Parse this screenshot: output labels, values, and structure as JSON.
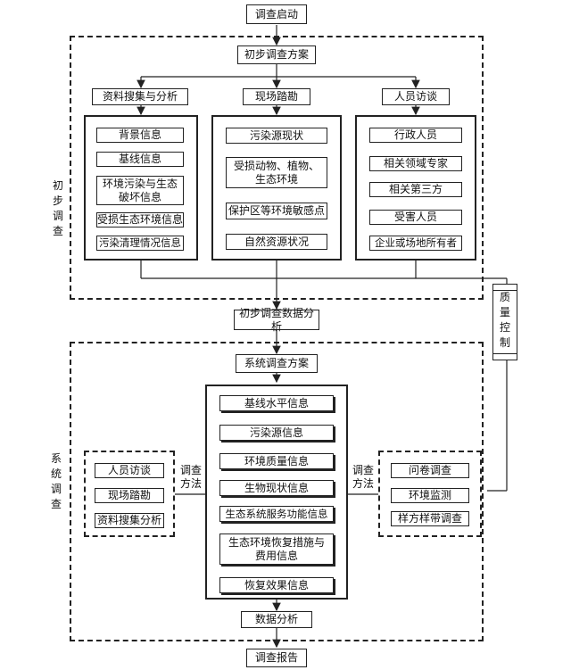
{
  "start": "调查启动",
  "preliminary": {
    "label": "初步调查",
    "plan": "初步调查方案",
    "branches": [
      {
        "title": "资料搜集与分析",
        "items": [
          "背景信息",
          "基线信息",
          "环境污染与生态破坏信息",
          "受损生态环境信息",
          "污染清理情况信息"
        ]
      },
      {
        "title": "现场踏勘",
        "items": [
          "污染源现状",
          "受损动物、植物、生态环境",
          "保护区等环境敏感点",
          "自然资源状况"
        ]
      },
      {
        "title": "人员访谈",
        "items": [
          "行政人员",
          "相关领域专家",
          "相关第三方",
          "受害人员",
          "企业或场地所有者"
        ]
      }
    ],
    "analysis": "初步调查数据分析"
  },
  "quality_control": "质量控制",
  "systematic": {
    "label": "系统调查",
    "plan": "系统调查方案",
    "items": [
      "基线水平信息",
      "污染源信息",
      "环境质量信息",
      "生物现状信息",
      "生态系统服务功能信息",
      "生态环境恢复措施与费用信息",
      "恢复效果信息"
    ],
    "methods_label": "调查方法",
    "left_methods": [
      "人员访谈",
      "现场踏勘",
      "资料搜集分析"
    ],
    "right_methods": [
      "问卷调查",
      "环境监测",
      "样方样带调查"
    ],
    "data_analysis": "数据分析"
  },
  "report": "调查报告"
}
